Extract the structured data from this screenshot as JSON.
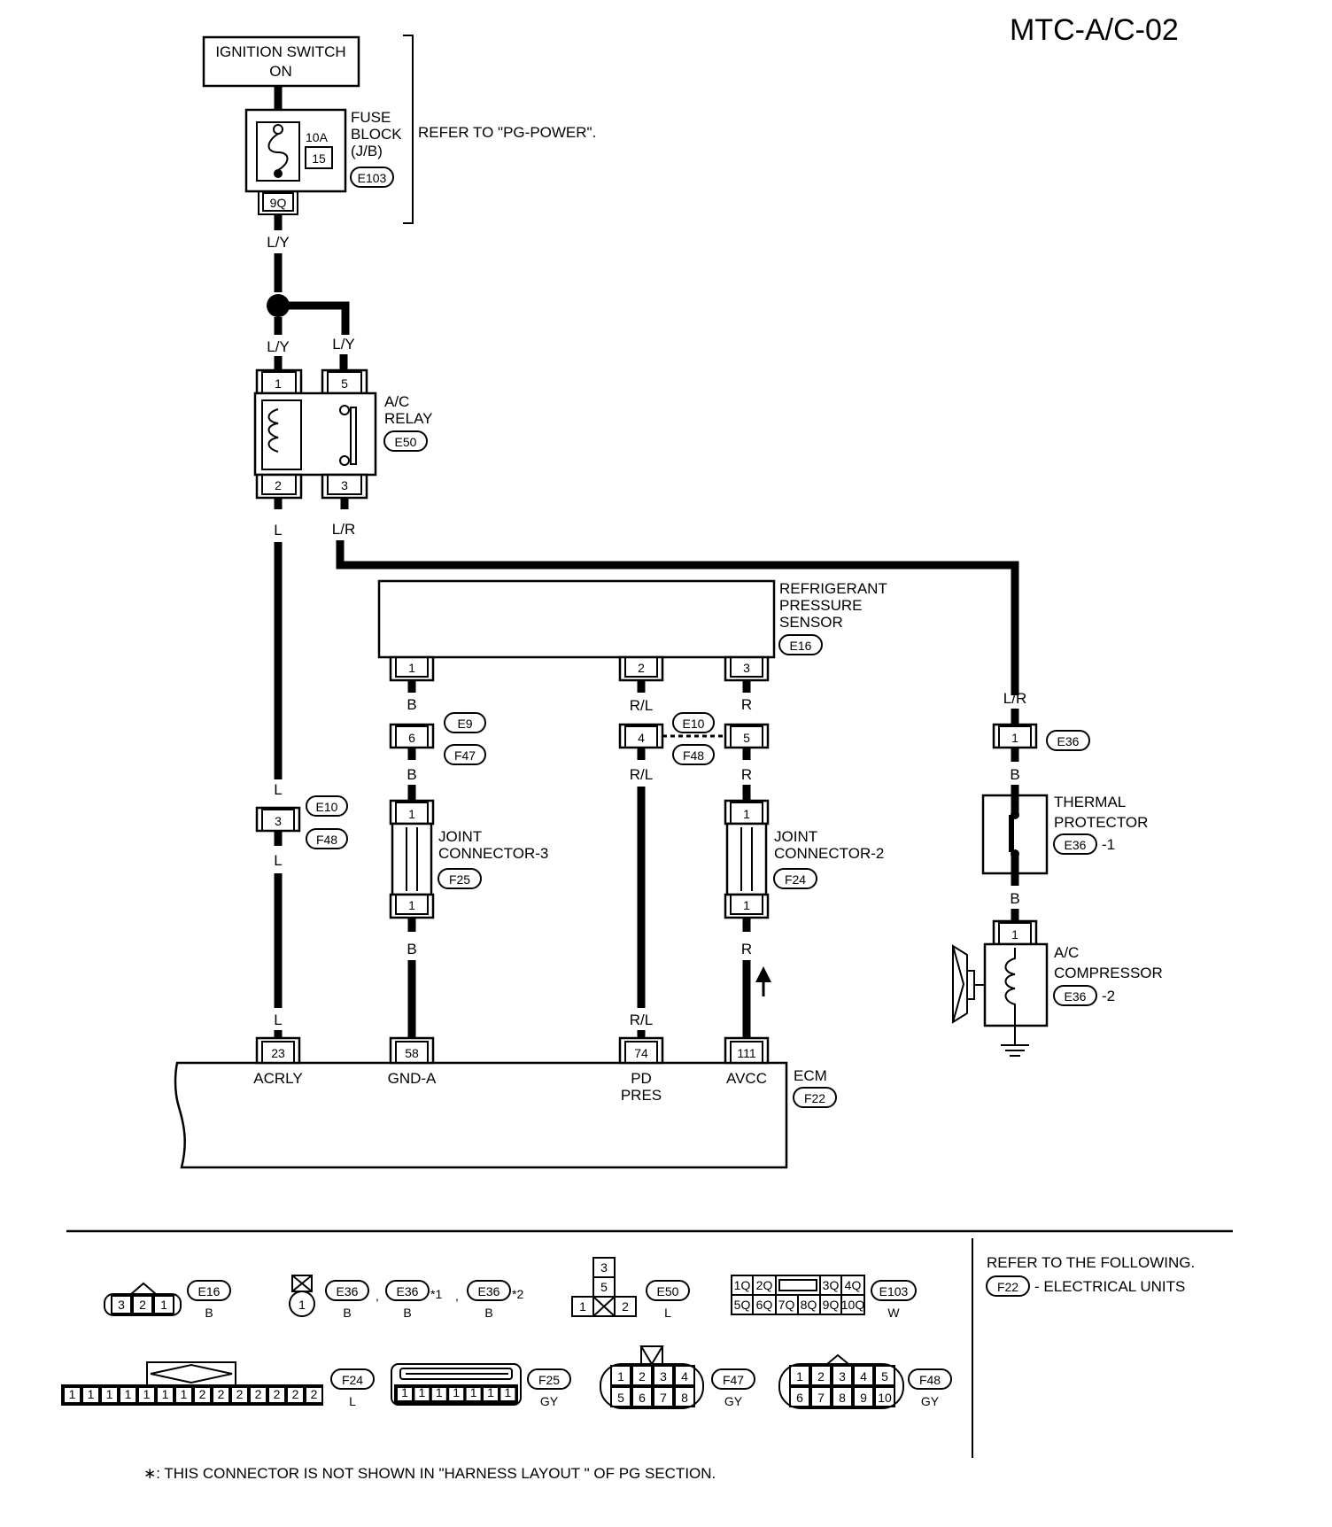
{
  "page_id": "MTC-A/C-02",
  "ignition": {
    "line1": "IGNITION SWITCH",
    "line2": "ON"
  },
  "fuse_block": {
    "line1": "FUSE",
    "line2": "BLOCK",
    "line3": "(J/B)",
    "amp": "10A",
    "number": "15",
    "connector": "E103",
    "terminal": "9Q"
  },
  "refer_pg_power": "REFER TO \"PG-POWER\".",
  "wire_colors": {
    "ly": "L/Y",
    "l": "L",
    "lr": "L/R",
    "b": "B",
    "rl": "R/L",
    "r": "R"
  },
  "ac_relay": {
    "line1": "A/C",
    "line2": "RELAY",
    "connector": "E50",
    "pins": [
      "1",
      "5",
      "2",
      "3"
    ]
  },
  "pressure_sensor": {
    "line1": "REFRIGERANT",
    "line2": "PRESSURE",
    "line3": "SENSOR",
    "connector": "E16",
    "pins": [
      "1",
      "2",
      "3"
    ]
  },
  "inline_connectors": {
    "e9_f47": {
      "pin": "6",
      "top": "E9",
      "bottom": "F47"
    },
    "e10_f48_a": {
      "pin": "4",
      "top": "E10",
      "bottom": "F48"
    },
    "e10_f48_b": {
      "pin": "5"
    },
    "e10_f48_l": {
      "pin": "3",
      "top": "E10",
      "bottom": "F48"
    },
    "e36": {
      "pin": "1",
      "label": "E36"
    }
  },
  "joint3": {
    "line1": "JOINT",
    "line2": "CONNECTOR-3",
    "connector": "F25",
    "pin_top": "1",
    "pin_bottom": "1"
  },
  "joint2": {
    "line1": "JOINT",
    "line2": "CONNECTOR-2",
    "connector": "F24",
    "pin_top": "1",
    "pin_bottom": "1"
  },
  "thermal": {
    "line1": "THERMAL",
    "line2": "PROTECTOR",
    "connector": "E36",
    "suffix": "-1"
  },
  "compressor": {
    "line1": "A/C",
    "line2": "COMPRESSOR",
    "connector": "E36",
    "suffix": "-2",
    "pin": "1"
  },
  "ecm": {
    "label": "ECM",
    "connector": "F22",
    "terminals": [
      {
        "pin": "23",
        "name": "ACRLY"
      },
      {
        "pin": "58",
        "name": "GND-A"
      },
      {
        "pin": "74",
        "name": "PD",
        "name2": "PRES"
      },
      {
        "pin": "111",
        "name": "AVCC"
      }
    ]
  },
  "legend": {
    "e16": {
      "id": "E16",
      "color": "B",
      "pins": [
        "3",
        "2",
        "1"
      ]
    },
    "e36": {
      "id": "E36",
      "color": "B",
      "pin": "1",
      "v1": "E36",
      "v2": "E36",
      "c1": "B",
      "c2": "B",
      "mark1": "*1",
      "mark2": "*2",
      "sep": ","
    },
    "e50": {
      "id": "E50",
      "color": "L",
      "pins": [
        "3",
        "5",
        "1",
        "2"
      ]
    },
    "e103": {
      "id": "E103",
      "color": "W",
      "row1": [
        "1Q",
        "2Q",
        "3Q",
        "4Q"
      ],
      "row2": [
        "5Q",
        "6Q",
        "7Q",
        "8Q",
        "9Q",
        "10Q"
      ]
    },
    "f24": {
      "id": "F24",
      "color": "L",
      "pins": [
        "1",
        "1",
        "1",
        "1",
        "1",
        "1",
        "1",
        "2",
        "2",
        "2",
        "2",
        "2",
        "2",
        "2"
      ]
    },
    "f25": {
      "id": "F25",
      "color": "GY",
      "pins": [
        "1",
        "1",
        "1",
        "1",
        "1",
        "1",
        "1"
      ]
    },
    "f47": {
      "id": "F47",
      "color": "GY",
      "row1": [
        "1",
        "2",
        "3",
        "4"
      ],
      "row2": [
        "5",
        "6",
        "7",
        "8"
      ]
    },
    "f48": {
      "id": "F48",
      "color": "GY",
      "row1": [
        "1",
        "2",
        "3",
        "4",
        "5"
      ],
      "row2": [
        "6",
        "7",
        "8",
        "9",
        "10"
      ]
    },
    "refer_title": "REFER TO THE FOLLOWING.",
    "refer_id": "F22",
    "refer_text": "- ELECTRICAL UNITS"
  },
  "footnote": "∗: THIS CONNECTOR IS NOT SHOWN IN \"HARNESS LAYOUT \"  OF PG SECTION."
}
